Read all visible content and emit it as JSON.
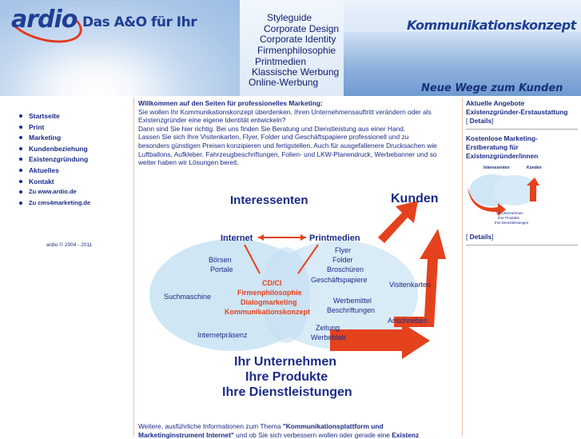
{
  "header": {
    "logo": "ardio",
    "slogan": "Das A&O für Ihr",
    "title": "Kommunikationskonzept",
    "tagline": "Neue Wege zum Kunden",
    "menu": [
      "Styleguide",
      "Corporate Design",
      "Corporate Identity",
      "Firmenphilosophie",
      "Printmedien",
      "Klassische Werbung",
      "Online-Werbung"
    ]
  },
  "nav": {
    "items": [
      "Startseite",
      "Print",
      "Marketing",
      "Kundenbeziehung",
      "Existenzgründung",
      "Aktuelles",
      "Kontakt",
      "Zu www.ardio.de",
      "Zu cms4marketing.de"
    ]
  },
  "footer": {
    "copyright": "ardio © 2004 - 2011"
  },
  "main": {
    "intro_lead": "Willkommen auf den Seiten für professionelles Marketing:",
    "intro_lines": [
      "Sie wollen Ihr Kommunikationskonzept überdenken, Ihren Unternehmensauftritt verändern oder als",
      "Existenzgründer eine eigene Identität entwickeln?",
      "Dann sind Sie hier richtig. Bei uns finden Sie Beratung und Dienstleistung aus einer Hand.",
      "Lassen Sie sich Ihre Visitenkarten, Flyer, Folder und Geschäftspapiere professionell und zu",
      "besonders günstigen Preisen konzipieren und fertigstellen. Auch für ausgefallenere Drucksachen wie",
      "Luftballons, Aufkleber, Fahrzeugbeschriftungen, Folien- und LKW-Planendruck, Werbebanner und so",
      "weiter haben wir Lösungen bereit."
    ],
    "bottom_prefix": "Weitere, ausführliche Informationen zum Thema ",
    "bottom_bold": "\"Kommunikationsplattform und",
    "bottom_line2_bold": "Marketinginstrument Internet\"",
    "bottom_line2_rest": " und ob Sie sich verbessern wollen oder gerade eine ",
    "bottom_line2_bold2": "Existenz"
  },
  "diagram": {
    "interessenten": "Interessenten",
    "kunden": "Kunden",
    "internet": "Internet",
    "printmedien": "Printmedien",
    "boersen": [
      "Börsen",
      "Portale"
    ],
    "print_items": [
      "Flyer",
      "Folder",
      "Broschüren",
      "Geschäftspapiere"
    ],
    "center_items": [
      "CD/CI",
      "Firmenphilosophie",
      "Dialogmarketing",
      "Kommunikationskonzept"
    ],
    "suchmaschine": "Suchmaschine",
    "visitenkarten": "Visitenkarten",
    "werbemittel": [
      "Werbemittel",
      "Beschriftungen"
    ],
    "anschreiben": "Anschreiben",
    "zeitung": [
      "Zeitung",
      "Werbeblatt"
    ],
    "internetpraesenz": "Internetpräsenz",
    "big": [
      "Ihr Unternehmen",
      "Ihre Produkte",
      "Ihre Dienstleistungen"
    ]
  },
  "right": {
    "block1_title": [
      "Aktuelle Angebote",
      "Existenzgründer-Erstaustattung"
    ],
    "details_label": "Details",
    "block2_title": [
      "Kostenlose Marketing-",
      "Erstberatung für",
      "Existenzgründer/innen"
    ],
    "thumb_labels": [
      "Interessenten",
      "Kunden",
      "Ihr Unternehmen",
      "Ihre Produkte",
      "Ihre Dienstleistungen"
    ]
  },
  "colors": {
    "nav": "#1b2b86",
    "accent_red": "#e4421d",
    "ellipse": "#cfe6f5"
  }
}
